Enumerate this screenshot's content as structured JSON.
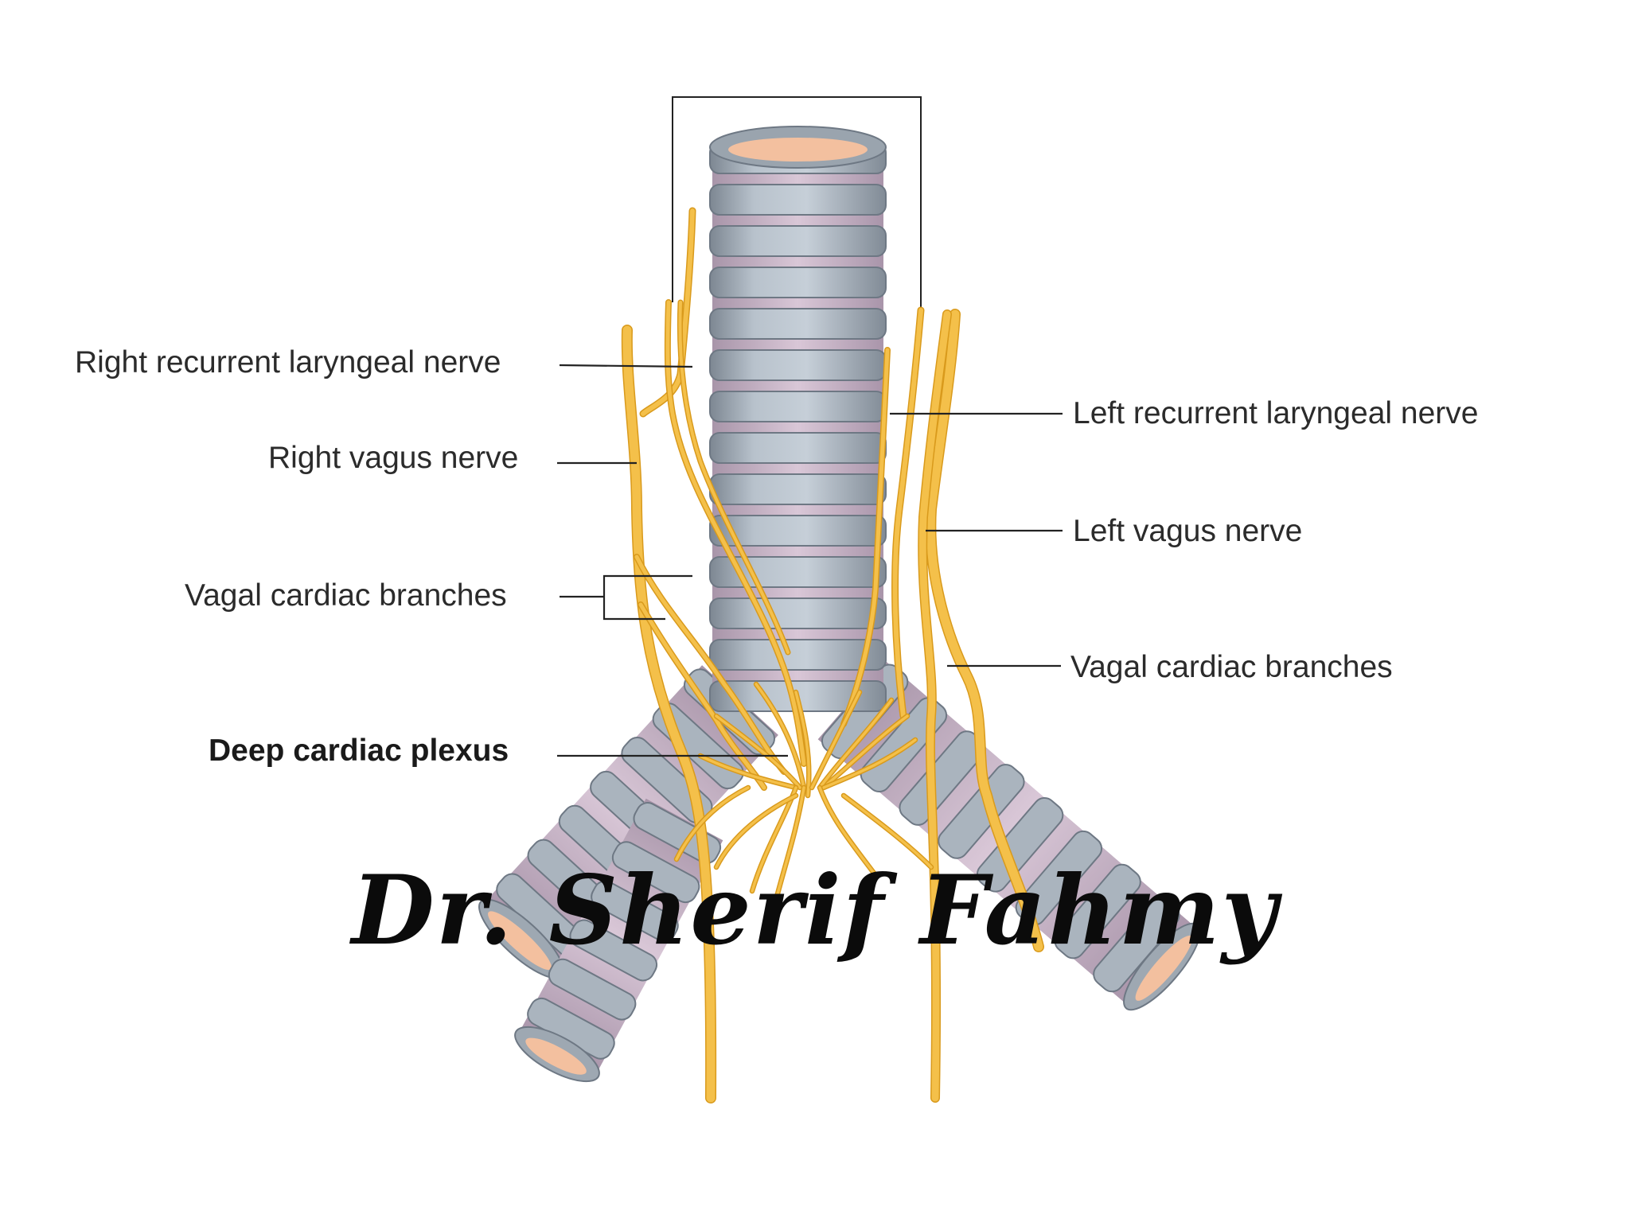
{
  "labels": {
    "right_recurrent": "Right recurrent laryngeal nerve",
    "right_vagus": "Right vagus nerve",
    "vagal_cardiac_right": "Vagal cardiac branches",
    "deep_cardiac_plexus": "Deep cardiac plexus",
    "left_recurrent": "Left recurrent  laryngeal nerve",
    "left_vagus": "Left vagus nerve",
    "vagal_cardiac_left": "Vagal cardiac branches"
  },
  "watermark": "Dr. Sherif Fahmy",
  "colors": {
    "cartilage": "#a7b2bd",
    "ring_shadow": "#6e7884",
    "membrane": "#cdb9cc",
    "nerve": "#f4c04a",
    "nerve_edge": "#d99a1c",
    "lumen": "#f3c09f",
    "leader": "#222222"
  }
}
